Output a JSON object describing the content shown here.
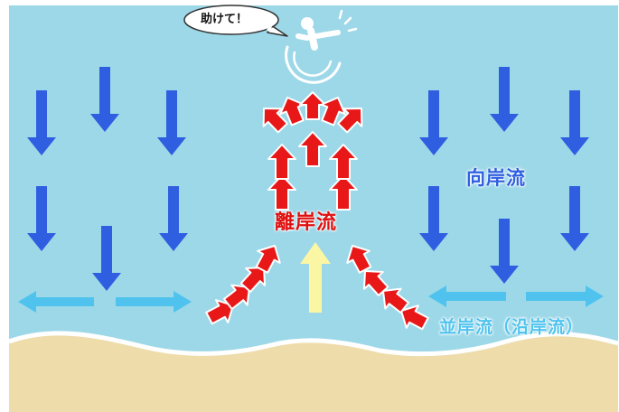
{
  "labels": {
    "rip_current": "離岸流",
    "onshore_current": "向岸流",
    "longshore_current": "並岸流（沿岸流）",
    "help_bubble": "助けて！"
  },
  "colors": {
    "sea": "#9dd8e8",
    "sand": "#eedcaa",
    "onshore_arrow": "#2f5fe0",
    "rip_arrow": "#e81818",
    "longshore_arrow": "#4fc3ee",
    "wave_arrow": "#fbf6a4"
  },
  "icons": {
    "swimmer": "drowning-swimmer-icon",
    "speech": "speech-bubble"
  }
}
